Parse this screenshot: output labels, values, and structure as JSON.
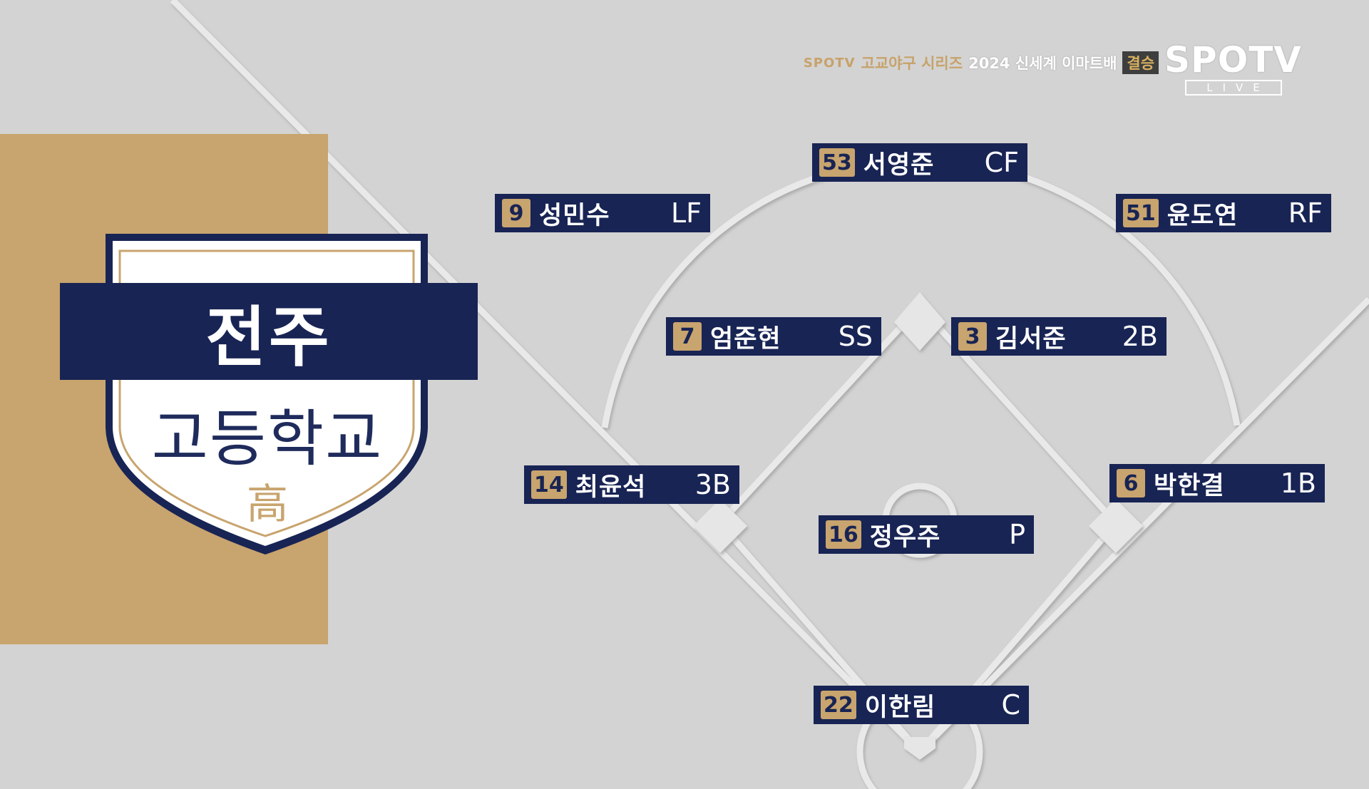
{
  "broadcast": {
    "channel_small": "SPOTV",
    "series": "고교야구 시리즈",
    "event": "2024 신세계 이마트배",
    "round_badge": "결승",
    "logo_main": "SPOTV",
    "logo_sub": "LIVE"
  },
  "team": {
    "name": "전주",
    "subtitle": "고등학교",
    "mark": "高",
    "colors": {
      "navy": "#182454",
      "gold": "#c8a46e",
      "field": "#d3d3d3"
    }
  },
  "lineup": [
    {
      "number": "53",
      "name": "서영준",
      "position": "CF"
    },
    {
      "number": "9",
      "name": "성민수",
      "position": "LF"
    },
    {
      "number": "51",
      "name": "윤도연",
      "position": "RF"
    },
    {
      "number": "7",
      "name": "엄준현",
      "position": "SS"
    },
    {
      "number": "3",
      "name": "김서준",
      "position": "2B"
    },
    {
      "number": "14",
      "name": "최윤석",
      "position": "3B"
    },
    {
      "number": "6",
      "name": "박한결",
      "position": "1B"
    },
    {
      "number": "16",
      "name": "정우주",
      "position": "P"
    },
    {
      "number": "22",
      "name": "이한림",
      "position": "C"
    }
  ]
}
